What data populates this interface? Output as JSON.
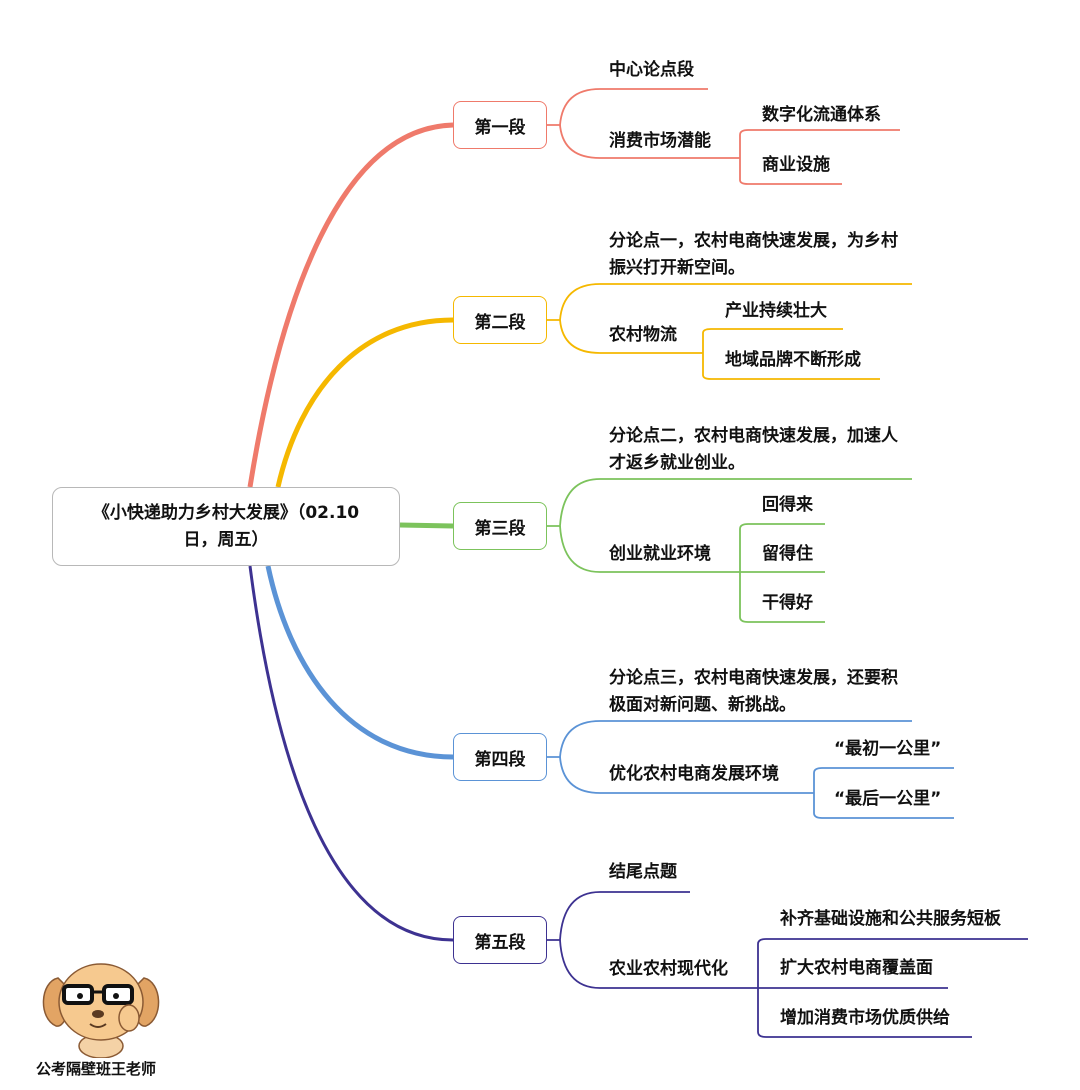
{
  "root": {
    "title": "《小快递助力乡村大发展》（02.10日，周五）"
  },
  "colors": {
    "s1": "#ef7a6b",
    "s2": "#f5b800",
    "s3": "#7cc35c",
    "s4": "#5b93d6",
    "s5": "#3d3291"
  },
  "sections": [
    {
      "label": "第一段",
      "nodes": [
        {
          "text": "中心论点段"
        },
        {
          "text": "消费市场潜能",
          "children": [
            "数字化流通体系",
            "商业设施"
          ]
        }
      ]
    },
    {
      "label": "第二段",
      "nodes": [
        {
          "text": "分论点一，农村电商快速发展，为乡村振兴打开新空间。"
        },
        {
          "text": "农村物流",
          "children": [
            "产业持续壮大",
            "地域品牌不断形成"
          ]
        }
      ]
    },
    {
      "label": "第三段",
      "nodes": [
        {
          "text": "分论点二，农村电商快速发展，加速人才返乡就业创业。"
        },
        {
          "text": "创业就业环境",
          "children": [
            "回得来",
            "留得住",
            "干得好"
          ]
        }
      ]
    },
    {
      "label": "第四段",
      "nodes": [
        {
          "text": "分论点三，农村电商快速发展，还要积极面对新问题、新挑战。"
        },
        {
          "text": "优化农村电商发展环境",
          "children": [
            "“最初一公里”",
            "“最后一公里”"
          ]
        }
      ]
    },
    {
      "label": "第五段",
      "nodes": [
        {
          "text": "结尾点题"
        },
        {
          "text": "农业农村现代化",
          "children": [
            "补齐基础设施和公共服务短板",
            "扩大农村电商覆盖面",
            "增加消费市场优质供给"
          ]
        }
      ]
    }
  ],
  "watermark": {
    "caption": "公考隔壁班王老师"
  }
}
